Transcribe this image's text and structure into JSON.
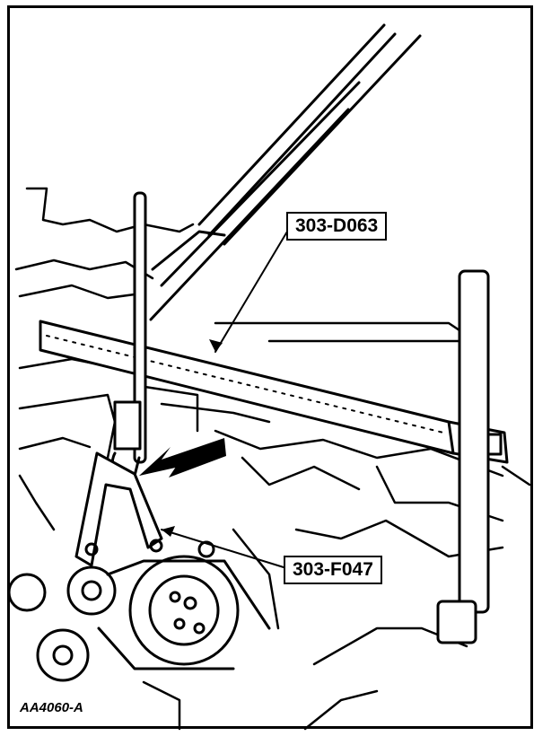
{
  "figure": {
    "id": "AA4060-A",
    "callouts": [
      {
        "label": "303-D063"
      },
      {
        "label": "303-F047"
      }
    ]
  },
  "colors": {
    "line": "#000000",
    "background": "#ffffff"
  }
}
